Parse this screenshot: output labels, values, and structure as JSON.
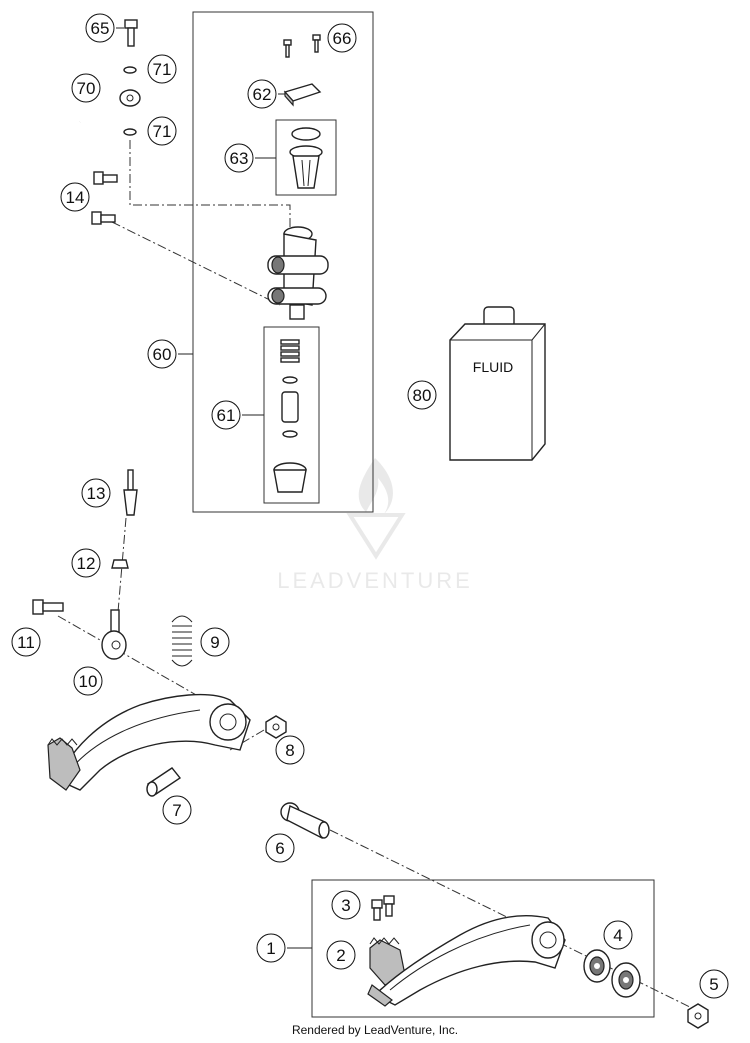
{
  "callouts": [
    {
      "id": "65",
      "label": "65"
    },
    {
      "id": "66",
      "label": "66"
    },
    {
      "id": "71a",
      "label": "71"
    },
    {
      "id": "70",
      "label": "70"
    },
    {
      "id": "71b",
      "label": "71"
    },
    {
      "id": "62",
      "label": "62"
    },
    {
      "id": "63",
      "label": "63"
    },
    {
      "id": "14",
      "label": "14"
    },
    {
      "id": "60",
      "label": "60"
    },
    {
      "id": "61",
      "label": "61"
    },
    {
      "id": "80",
      "label": "80"
    },
    {
      "id": "13",
      "label": "13"
    },
    {
      "id": "12",
      "label": "12"
    },
    {
      "id": "11",
      "label": "11"
    },
    {
      "id": "9",
      "label": "9"
    },
    {
      "id": "10",
      "label": "10"
    },
    {
      "id": "8",
      "label": "8"
    },
    {
      "id": "7",
      "label": "7"
    },
    {
      "id": "6",
      "label": "6"
    },
    {
      "id": "3",
      "label": "3"
    },
    {
      "id": "4",
      "label": "4"
    },
    {
      "id": "1",
      "label": "1"
    },
    {
      "id": "2",
      "label": "2"
    },
    {
      "id": "5",
      "label": "5"
    }
  ],
  "fluid_label": "FLUID",
  "watermark": "LEADVENTURE",
  "footer": "Rendered by LeadVenture, Inc."
}
